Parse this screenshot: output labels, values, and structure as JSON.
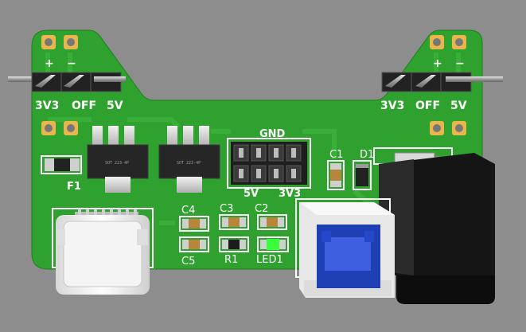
{
  "board": {
    "left_header": {
      "plus": "+",
      "minus": "−",
      "labels": [
        "3V3",
        "OFF",
        "5V"
      ]
    },
    "right_header": {
      "plus": "+",
      "minus": "−",
      "labels": [
        "3V3",
        "OFF",
        "5V"
      ]
    },
    "gnd_label": "GND",
    "v5_label": "5V",
    "v33_label": "3V3",
    "fuse_label": "F1",
    "capacitors": [
      "C1",
      "C2",
      "C3",
      "C4",
      "C5"
    ],
    "diode_label": "D1",
    "resistor_label": "R1",
    "led_label": "LED1",
    "regulator_markings": [
      "SOT 223-4P",
      "SOT 223-4P"
    ],
    "colors": {
      "pcb": "#2fa12f",
      "background": "#8d8d8d",
      "silkscreen": "#ffffff",
      "led": "#39ff39",
      "usb_b_core": "#1f3fb5"
    }
  }
}
